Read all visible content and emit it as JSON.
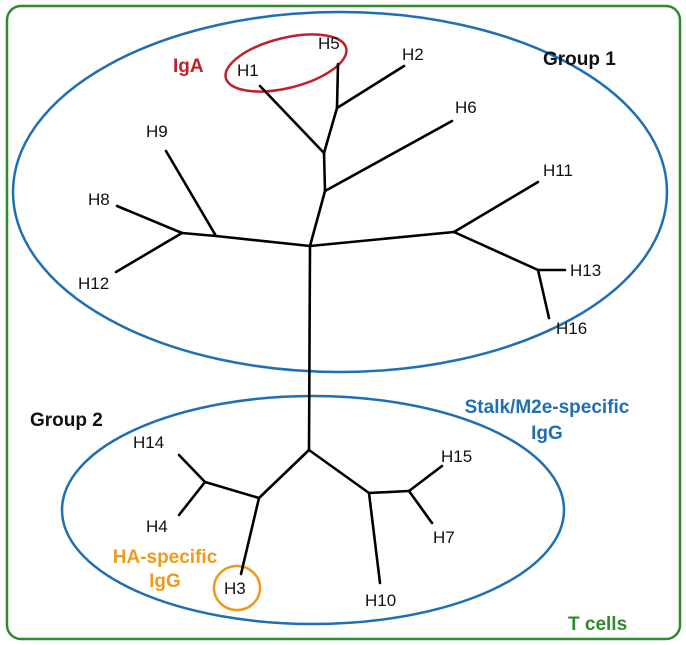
{
  "labels": {
    "group1": "Group 1",
    "group2": "Group 2",
    "iga": "IgA",
    "stalk_line1": "Stalk/M2e-specific",
    "stalk_line2": "IgG",
    "ha_line1": "HA-specific",
    "ha_line2": "IgG",
    "tcells": "T cells"
  },
  "subtypes": {
    "h1": "H1",
    "h2": "H2",
    "h3": "H3",
    "h4": "H4",
    "h5": "H5",
    "h6": "H6",
    "h7": "H7",
    "h8": "H8",
    "h9": "H9",
    "h10": "H10",
    "h11": "H11",
    "h12": "H12",
    "h13": "H13",
    "h14": "H14",
    "h15": "H15",
    "h16": "H16"
  },
  "colors": {
    "tcells": "#2e8b2e",
    "stalk_igg": "#1f6fb5",
    "iga": "#c0202a",
    "ha_igg": "#ef9a1a",
    "branches": "#000000"
  }
}
